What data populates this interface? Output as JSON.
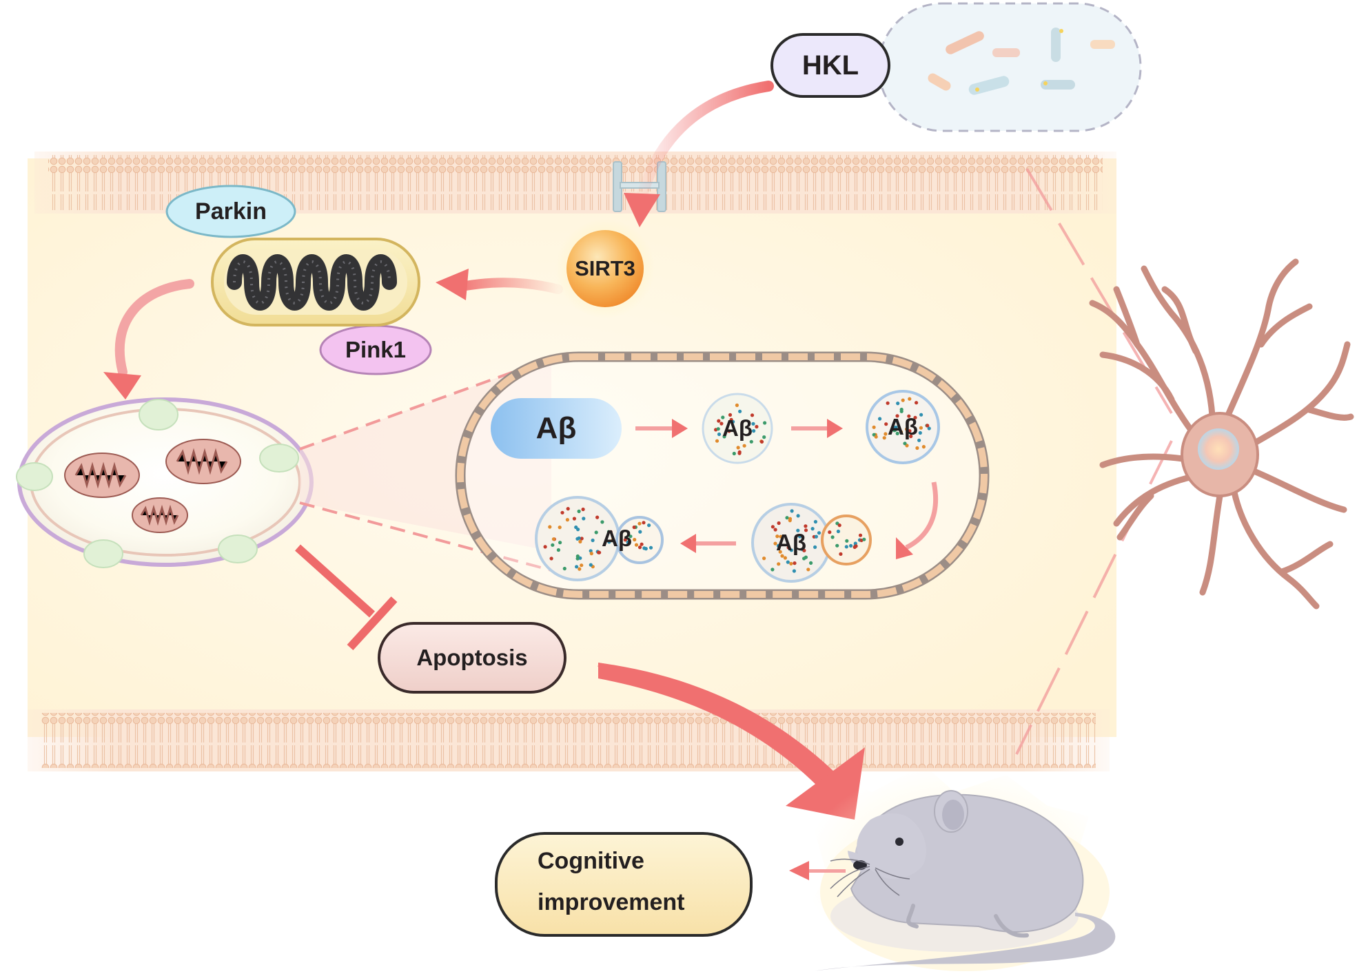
{
  "nodes": {
    "hkl": "HKL",
    "sirt3": "SIRT3",
    "parkin": "Parkin",
    "pink1": "Pink1",
    "apoptosis": "Apoptosis",
    "cognitive_line1": "Cognitive",
    "cognitive_line2": "improvement"
  },
  "abeta": {
    "stage1": "Aβ",
    "stage2": "Aβ",
    "stage3": "Aβ",
    "stage4": "Aβ",
    "stage5": "Aβ"
  },
  "colors": {
    "arrow": "#f07070",
    "inhibition": "#ee6a6a",
    "membrane": "#f0c8a8",
    "cell_fill": "#fff6e0",
    "hkl_fill": "#ece8fb",
    "sirt3_fill": "#f6a23e",
    "parkin_fill": "#cdeff8",
    "pink1_fill": "#f3c3f0",
    "apoptosis_fill": "#f4dbd7",
    "cognitive_fill": "#fcedc6",
    "abeta_fill": "#9ecbf1",
    "neuron": "#e7b6a8",
    "mouse": "#c9c8d4"
  }
}
